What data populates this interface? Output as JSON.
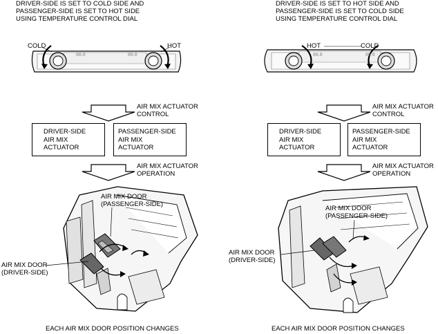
{
  "panels": [
    {
      "heading": [
        "DRIVER-SIDE IS SET TO COLD SIDE AND",
        "PASSENGER-SIDE IS SET TO HOT SIDE",
        "USING TEMPERATURE CONTROL DIAL"
      ],
      "dial_left_label": "COLD",
      "dial_right_label": "HOT",
      "display_readout": "88.8",
      "control_label": [
        "AIR MIX ACTUATOR",
        "CONTROL"
      ],
      "driver_box": [
        "DRIVER-SIDE",
        "AIR MIX",
        "ACTUATOR"
      ],
      "passenger_box": [
        "PASSENGER-SIDE",
        "AIR MIX",
        "ACTUATOR"
      ],
      "operation_label": [
        "AIR MIX ACTUATOR",
        "OPERATION"
      ],
      "passenger_door_label": [
        "AIR MIX DOOR",
        "(PASSENGER-SIDE)"
      ],
      "driver_door_label": [
        "AIR MIX DOOR",
        "(DRIVER-SIDE)"
      ],
      "caption": "EACH AIR MIX DOOR POSITION CHANGES"
    },
    {
      "heading": [
        "DRIVER-SIDE IS SET TO HOT SIDE AND",
        "PASSENGER-SIDE IS SET TO COLD SIDE",
        "USING TEMPERATURE CONTROL DIAL"
      ],
      "dial_left_label": "HOT",
      "dial_right_label": "COLD",
      "display_readout": "88.8",
      "control_label": [
        "AIR MIX ACTUATOR",
        "CONTROL"
      ],
      "driver_box": [
        "DRIVER-SIDE",
        "AIR MIX",
        "ACTUATOR"
      ],
      "passenger_box": [
        "PASSENGER-SIDE",
        "AIR MIX",
        "ACTUATOR"
      ],
      "operation_label": [
        "AIR MIX ACTUATOR",
        "OPERATION"
      ],
      "passenger_door_label": [
        "AIR MIX DOOR",
        "(PASSENGER-SIDE)"
      ],
      "driver_door_label": [
        "AIR MIX DOOR",
        "(DRIVER-SIDE)"
      ],
      "caption": "EACH AIR MIX DOOR POSITION CHANGES"
    }
  ]
}
